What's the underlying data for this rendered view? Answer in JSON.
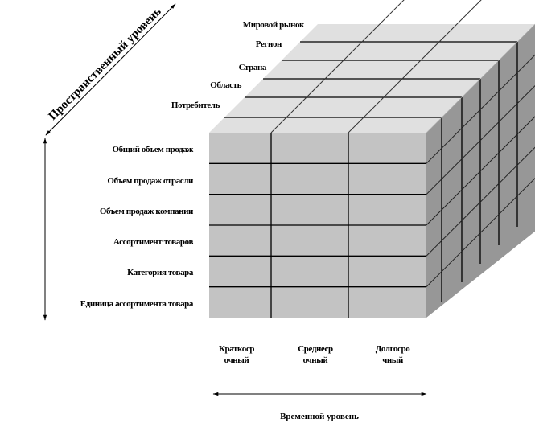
{
  "title": "Многомерный куб данных",
  "axes": {
    "spatial": "Пространственный уровень",
    "temporal": "Временной уровень"
  },
  "spatial_levels": [
    "Мировой рынок",
    "Регион",
    "Страна",
    "Область",
    "Потребитель"
  ],
  "product_levels": [
    "Общий объем продаж",
    "Объем продаж отрасли",
    "Объем продаж компании",
    "Ассортимент товаров",
    "Категория товара",
    "Единица  ассортимента товара"
  ],
  "time_levels": [
    {
      "line1": "Краткоср",
      "line2": "очный"
    },
    {
      "line1": "Среднеср",
      "line2": "очный"
    },
    {
      "line1": "Долгосро",
      "line2": "чный"
    }
  ],
  "colors": {
    "front": "#c3c3c3",
    "top": "#e0e0e0",
    "side": "#979797",
    "line": "#000000"
  }
}
